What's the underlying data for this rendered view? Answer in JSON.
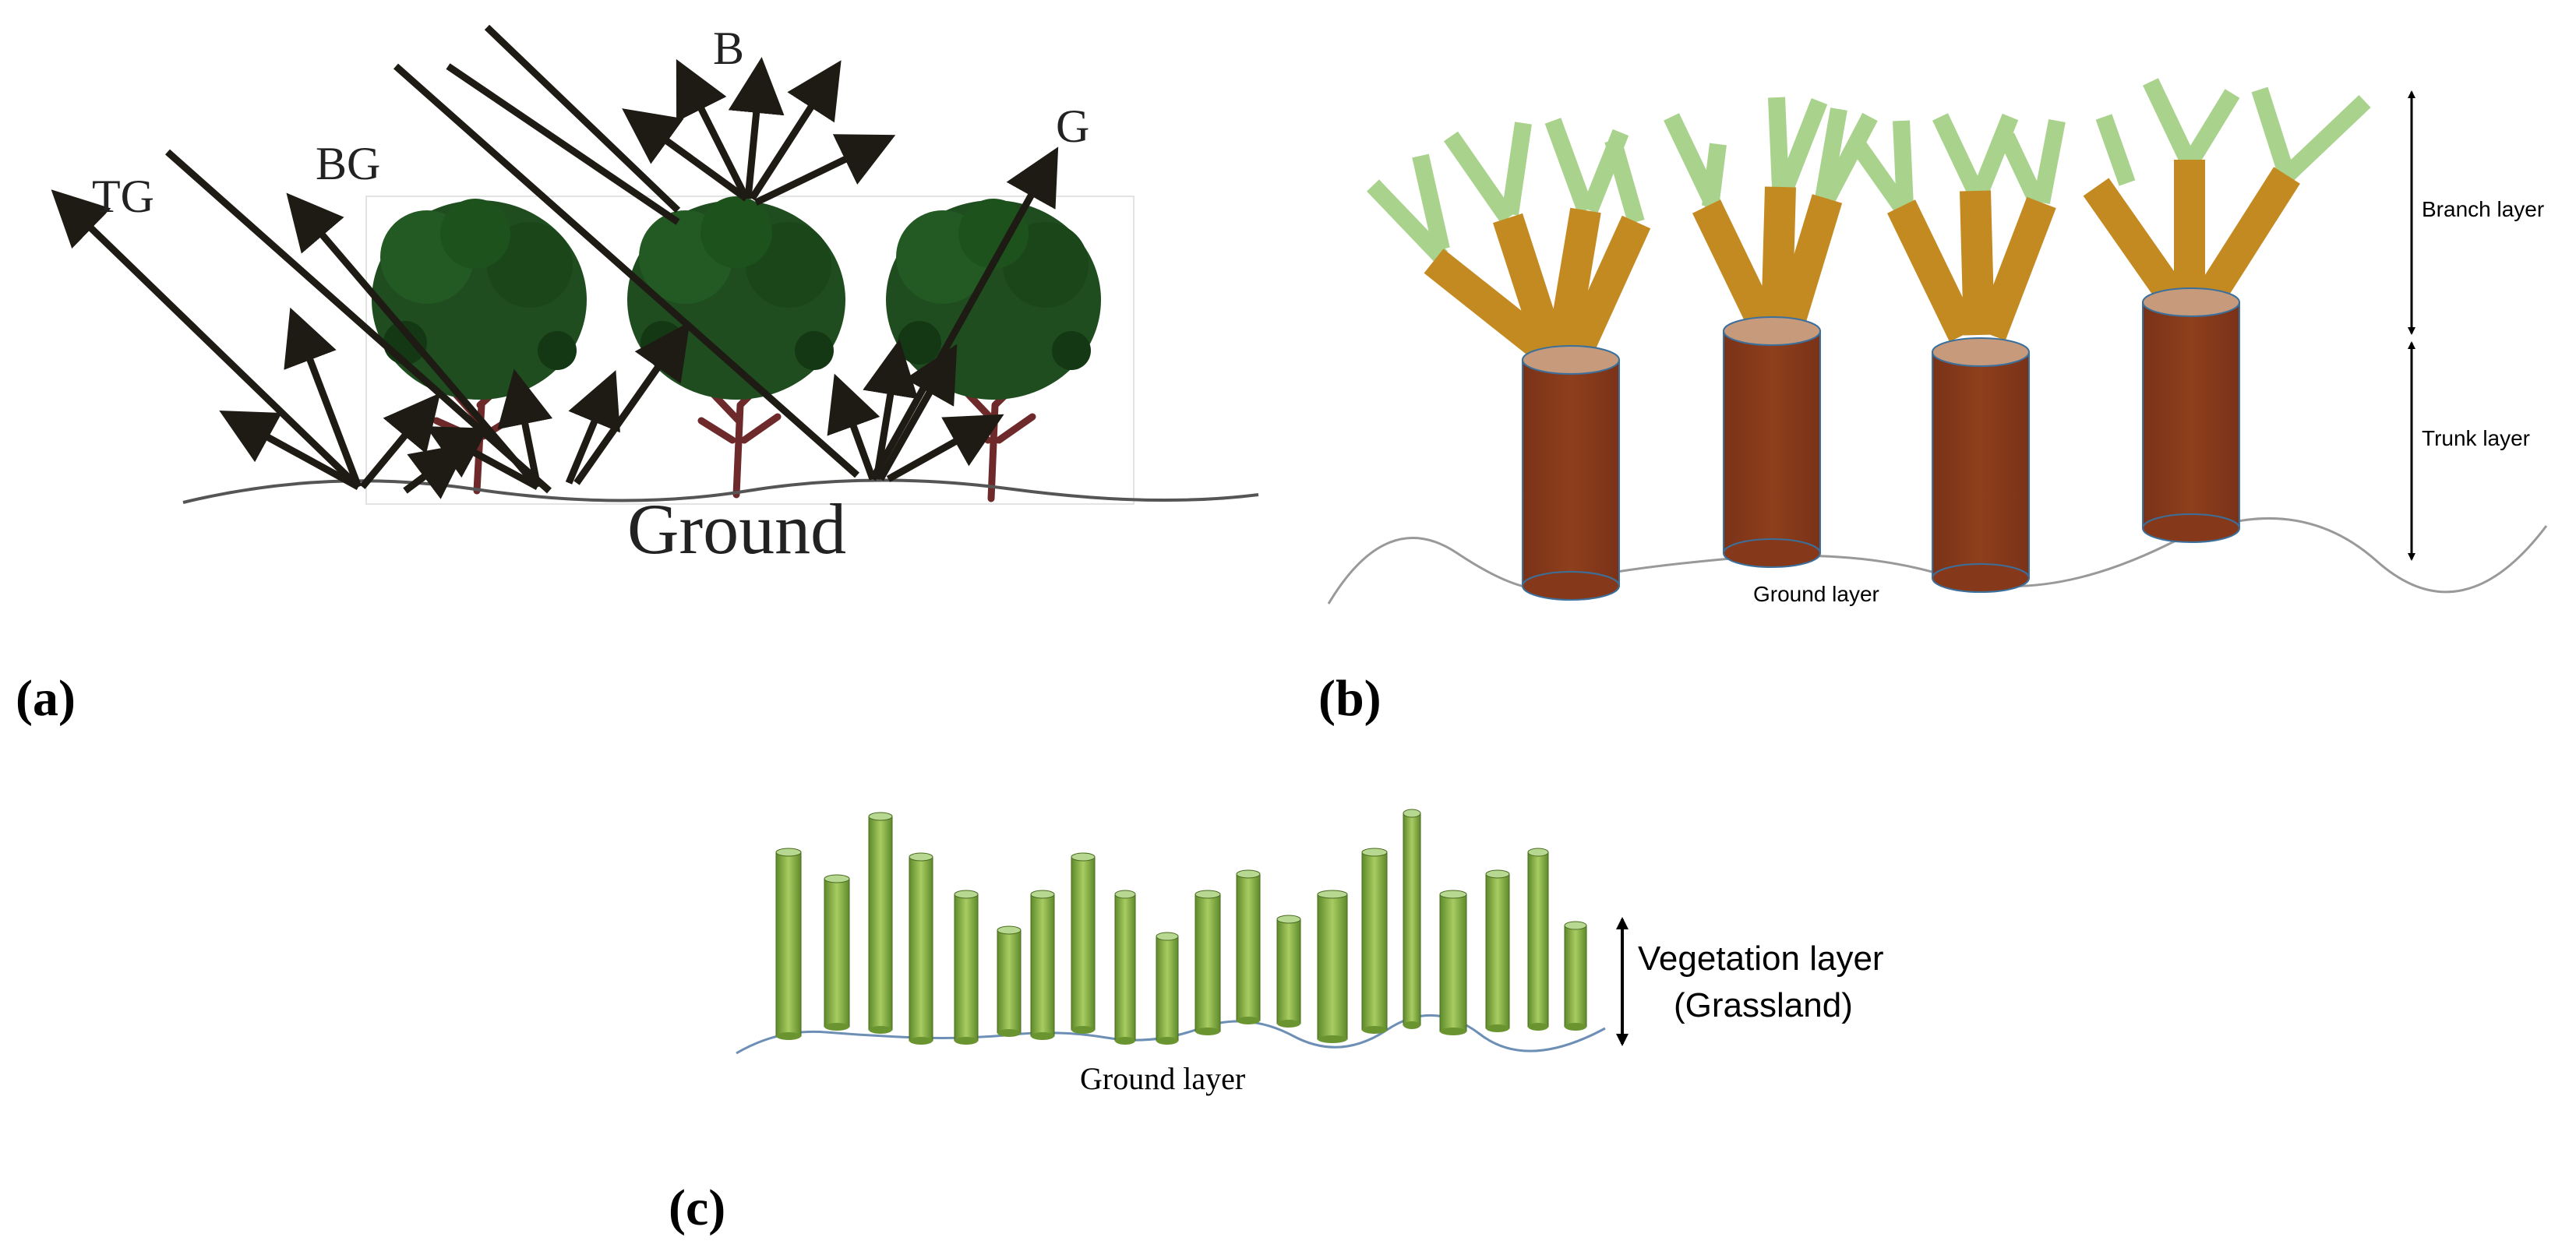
{
  "panel_a": {
    "caption": "(a)",
    "labels": {
      "tg": "TG",
      "bg": "BG",
      "b": "B",
      "g": "G",
      "ground": "Ground"
    }
  },
  "panel_b": {
    "caption": "(b)",
    "labels": {
      "branch_layer": "Branch layer",
      "trunk_layer": "Trunk layer",
      "ground_layer": "Ground layer"
    }
  },
  "panel_c": {
    "caption": "(c)",
    "labels": {
      "vegetation_layer": "Vegetation layer",
      "grassland": "(Grassland)",
      "ground_layer": "Ground layer"
    }
  },
  "colors": {
    "arrow": "#1e1b14",
    "foliage": "#1f4d1f",
    "foliage_dark": "#143814",
    "tree_trunk": "#6e2a2a",
    "cylinder_trunk": "#86391a",
    "cylinder_top": "#c69a7a",
    "branch": "#c48a22",
    "twig": "#a9d28c",
    "grass": "#7ea83e",
    "ground_line": "#8f8f8f"
  }
}
